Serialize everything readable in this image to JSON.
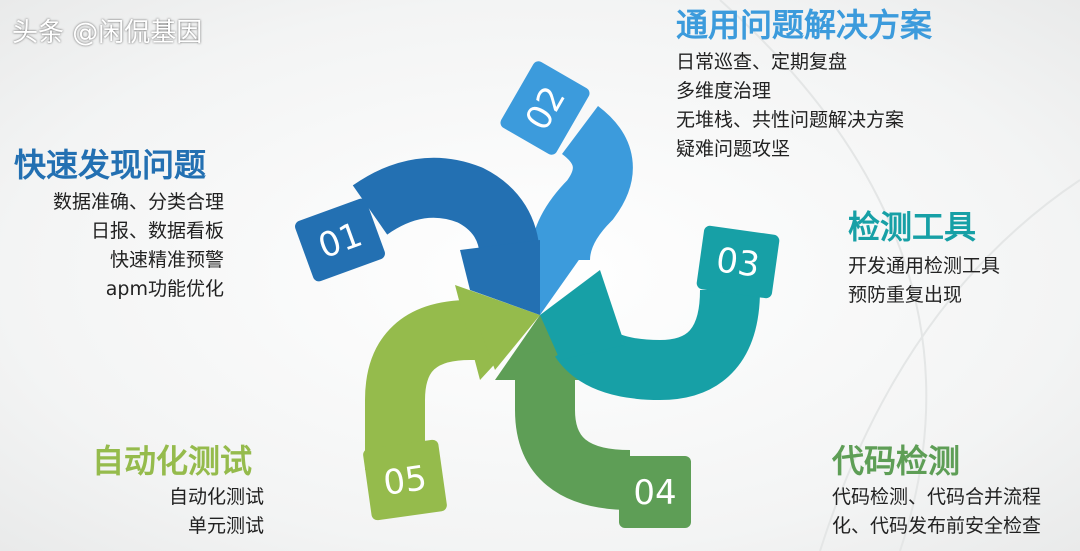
{
  "colors": {
    "s01": "#2370b2",
    "s02": "#3c9bdc",
    "s03": "#17a0a6",
    "s04": "#5e9e56",
    "s05": "#95bb4c"
  },
  "steps": [
    {
      "num": "01",
      "title": "快速发现问题",
      "lines": [
        "数据准确、分类合理",
        "日报、数据看板",
        "快速精准预警",
        "apm功能优化"
      ]
    },
    {
      "num": "02",
      "title": "通用问题解决方案",
      "lines": [
        "日常巡查、定期复盘",
        "多维度治理",
        "无堆栈、共性问题解决方案",
        "疑难问题攻坚"
      ]
    },
    {
      "num": "03",
      "title": "检测工具",
      "lines": [
        "开发通用检测工具",
        "预防重复出现"
      ]
    },
    {
      "num": "04",
      "title": "代码检测",
      "lines": [
        "代码检测、代码合并流程",
        "化、代码发布前安全检查"
      ]
    },
    {
      "num": "05",
      "title": "自动化测试",
      "lines": [
        "自动化测试",
        "单元测试"
      ]
    }
  ],
  "watermark": "头条 @闲侃基因"
}
